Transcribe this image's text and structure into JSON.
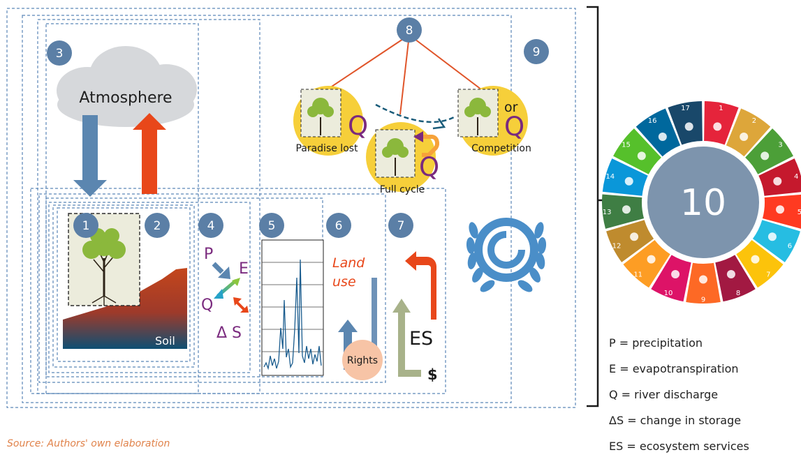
{
  "badges": {
    "b1": "1",
    "b2": "2",
    "b3": "3",
    "b4": "4",
    "b5": "5",
    "b6": "6",
    "b7": "7",
    "b8": "8",
    "b9": "9"
  },
  "labels": {
    "atmosphere": "Atmosphere",
    "soil": "Soil",
    "land_use_1": "Land",
    "land_use_2": "use",
    "rights": "Rights",
    "es": "ES",
    "dollar": "$",
    "paradise_lost": "Paradise lost",
    "full_cycle": "Full cycle",
    "competition": "Competition",
    "or": "or",
    "q": "Q",
    "p": "P",
    "e": "E",
    "delta_s": "Δ S"
  },
  "sdg": {
    "center": "10",
    "numbers": [
      "1",
      "2",
      "3",
      "4",
      "5",
      "6",
      "7",
      "8",
      "9",
      "10",
      "11",
      "12",
      "13",
      "14",
      "15",
      "16",
      "17"
    ],
    "colors": [
      "#e5243b",
      "#dda63a",
      "#4c9f38",
      "#c5192d",
      "#ff3a21",
      "#26bde2",
      "#fcc30b",
      "#a21942",
      "#fd6925",
      "#dd1367",
      "#fd9d24",
      "#bf8b2e",
      "#3f7e44",
      "#0a97d9",
      "#56c02b",
      "#00689d",
      "#19486a"
    ]
  },
  "legend": [
    "P = precipitation",
    "E = evapotranspiration",
    "Q = river discharge",
    "ΔS = change in storage",
    "ES = ecosystem services"
  ],
  "source": "Source: Authors' own elaboration",
  "colors": {
    "badge": "#5b7fa6",
    "orange": "#e8471a",
    "blue_arrow": "#5b86b0",
    "yellow": "#f6cf3a",
    "purple": "#7a2a7e",
    "un_blue": "#4a8ec8"
  }
}
